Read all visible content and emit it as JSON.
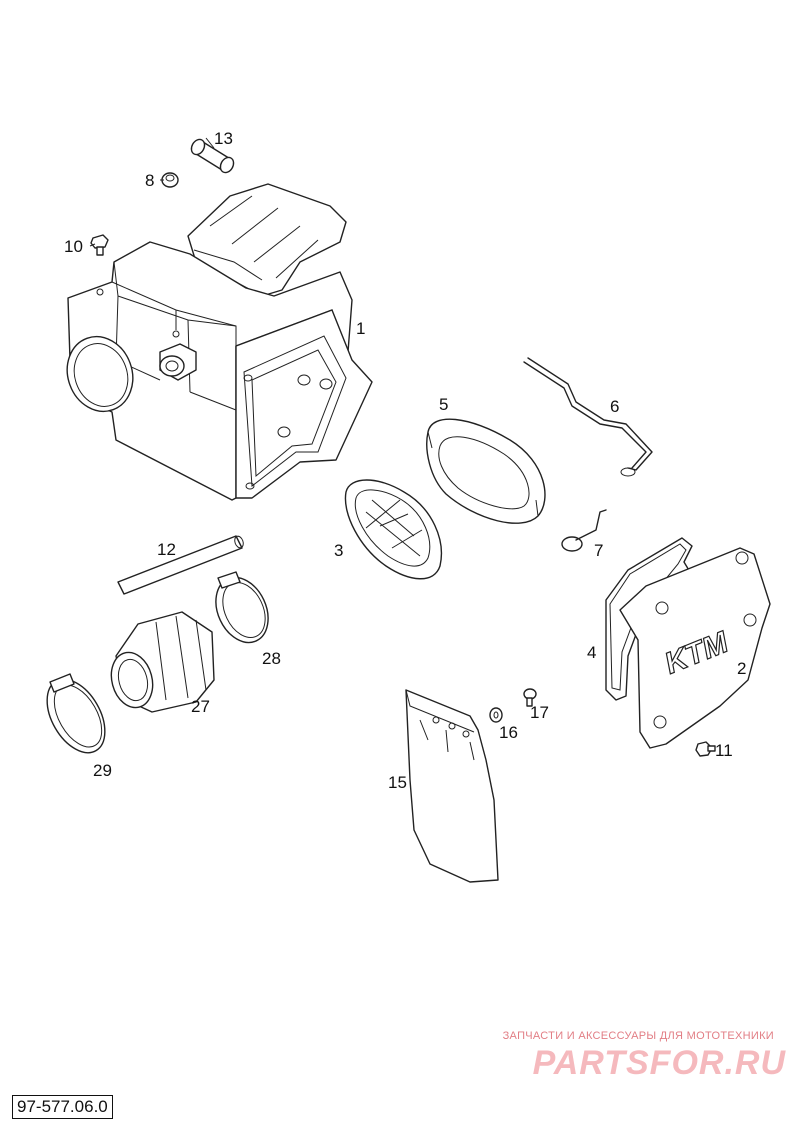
{
  "diagram": {
    "callouts": [
      {
        "id": "1",
        "label": "1"
      },
      {
        "id": "2",
        "label": "2"
      },
      {
        "id": "3",
        "label": "3"
      },
      {
        "id": "4",
        "label": "4"
      },
      {
        "id": "5",
        "label": "5"
      },
      {
        "id": "6",
        "label": "6"
      },
      {
        "id": "7",
        "label": "7"
      },
      {
        "id": "8",
        "label": "8"
      },
      {
        "id": "10",
        "label": "10"
      },
      {
        "id": "11",
        "label": "11"
      },
      {
        "id": "12",
        "label": "12"
      },
      {
        "id": "13",
        "label": "13"
      },
      {
        "id": "15",
        "label": "15"
      },
      {
        "id": "16",
        "label": "16"
      },
      {
        "id": "17",
        "label": "17"
      },
      {
        "id": "27",
        "label": "27"
      },
      {
        "id": "28",
        "label": "28"
      },
      {
        "id": "29",
        "label": "29"
      }
    ],
    "cover_logo_text": "KTM",
    "drawing_code": "97-577.06.0"
  },
  "watermark": {
    "tagline": "ЗАПЧАСТИ И АКСЕССУАРЫ ДЛЯ МОТОТЕХНИКИ",
    "logo": "PARTSFOR.RU"
  }
}
